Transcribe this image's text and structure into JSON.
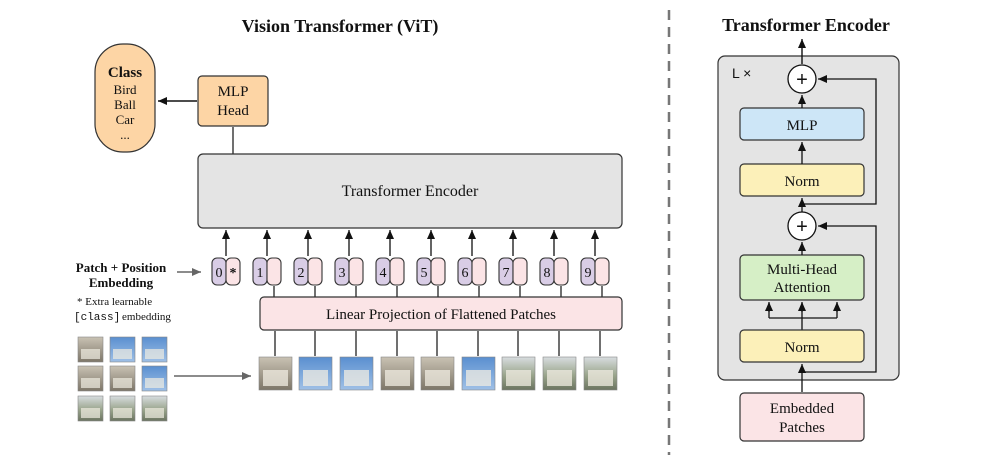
{
  "vit": {
    "title": "Vision Transformer (ViT)",
    "class_box": {
      "heading": "Class",
      "items": [
        "Bird",
        "Ball",
        "Car",
        "..."
      ]
    },
    "mlp_head": {
      "line1": "MLP",
      "line2": "Head"
    },
    "encoder_label": "Transformer Encoder",
    "patch_embedding_label": {
      "line1": "Patch + Position",
      "line2": "Embedding"
    },
    "extra_note": {
      "line1": "* Extra learnable",
      "code": "[class]",
      "line2_rest": " embedding"
    },
    "tokens": [
      {
        "pos": "0",
        "patch": "*"
      },
      {
        "pos": "1",
        "patch": ""
      },
      {
        "pos": "2",
        "patch": ""
      },
      {
        "pos": "3",
        "patch": ""
      },
      {
        "pos": "4",
        "patch": ""
      },
      {
        "pos": "5",
        "patch": ""
      },
      {
        "pos": "6",
        "patch": ""
      },
      {
        "pos": "7",
        "patch": ""
      },
      {
        "pos": "8",
        "patch": ""
      },
      {
        "pos": "9",
        "patch": ""
      }
    ],
    "linear_projection": "Linear Projection of Flattened Patches"
  },
  "encoder_detail": {
    "title": "Transformer Encoder",
    "repeat_label": "L ×",
    "mlp": "MLP",
    "norm_top": "Norm",
    "add_symbol": "+",
    "attention": {
      "line1": "Multi-Head",
      "line2": "Attention"
    },
    "norm_bottom": "Norm",
    "embedded_patches": {
      "line1": "Embedded",
      "line2": "Patches"
    }
  },
  "colors": {
    "orange_fill": "#fdd5a5",
    "purple_fill": "#d9cde6",
    "pink_fill": "#fbe4e6",
    "gray_fill": "#e4e4e4",
    "blue_fill": "#cde6f7",
    "yellow_fill": "#fcf0b9",
    "green_fill": "#d6efc6"
  }
}
